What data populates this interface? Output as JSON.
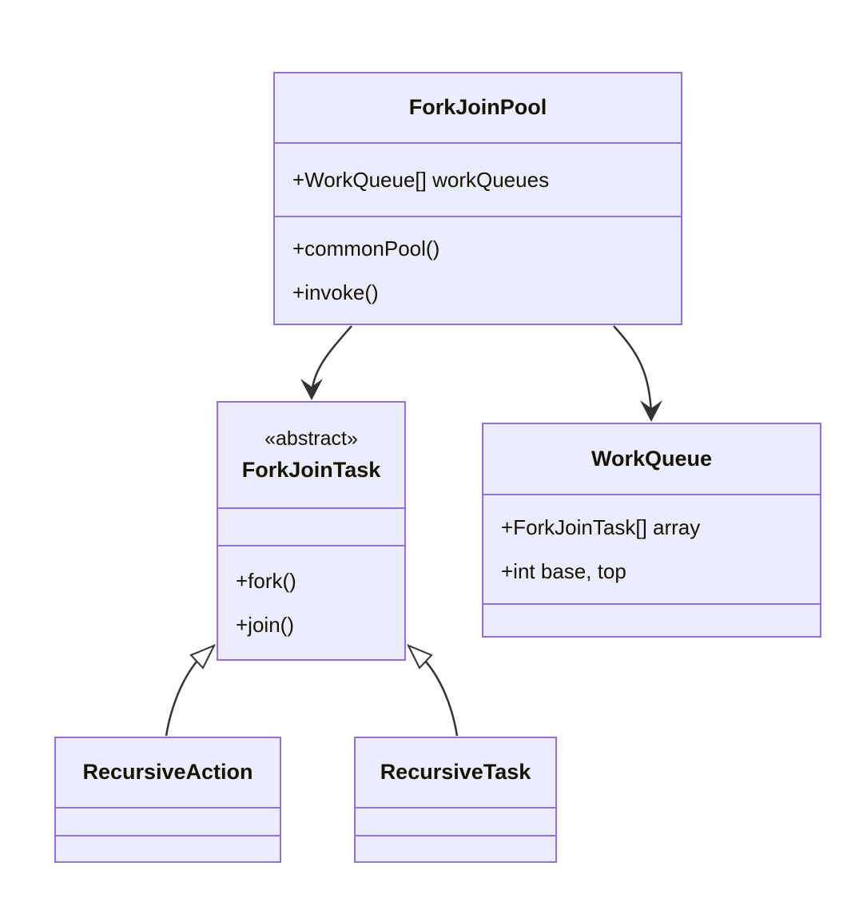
{
  "diagram": {
    "type": "uml-class-diagram",
    "colors": {
      "class_fill": "#ECECFF",
      "class_border": "#9370DB",
      "edge_line": "#333333",
      "text": "#131300",
      "background": "#ffffff"
    },
    "classes": [
      {
        "name": "ForkJoinPool",
        "stereotype": "",
        "attributes": [
          "+WorkQueue[] workQueues"
        ],
        "methods": [
          "+commonPool()",
          "+invoke()"
        ]
      },
      {
        "name": "ForkJoinTask",
        "stereotype": "«abstract»",
        "attributes": [],
        "methods": [
          "+fork()",
          "+join()"
        ]
      },
      {
        "name": "WorkQueue",
        "stereotype": "",
        "attributes": [
          "+ForkJoinTask[] array",
          "+int base, top"
        ],
        "methods": []
      },
      {
        "name": "RecursiveAction",
        "stereotype": "",
        "attributes": [],
        "methods": []
      },
      {
        "name": "RecursiveTask",
        "stereotype": "",
        "attributes": [],
        "methods": []
      }
    ],
    "relations": [
      {
        "from": "ForkJoinPool",
        "to": "ForkJoinTask",
        "type": "directed-association",
        "arrowhead": "filled-vee"
      },
      {
        "from": "ForkJoinPool",
        "to": "WorkQueue",
        "type": "directed-association",
        "arrowhead": "filled-vee"
      },
      {
        "from": "RecursiveAction",
        "to": "ForkJoinTask",
        "type": "inheritance",
        "arrowhead": "hollow-triangle"
      },
      {
        "from": "RecursiveTask",
        "to": "ForkJoinTask",
        "type": "inheritance",
        "arrowhead": "hollow-triangle"
      }
    ]
  }
}
